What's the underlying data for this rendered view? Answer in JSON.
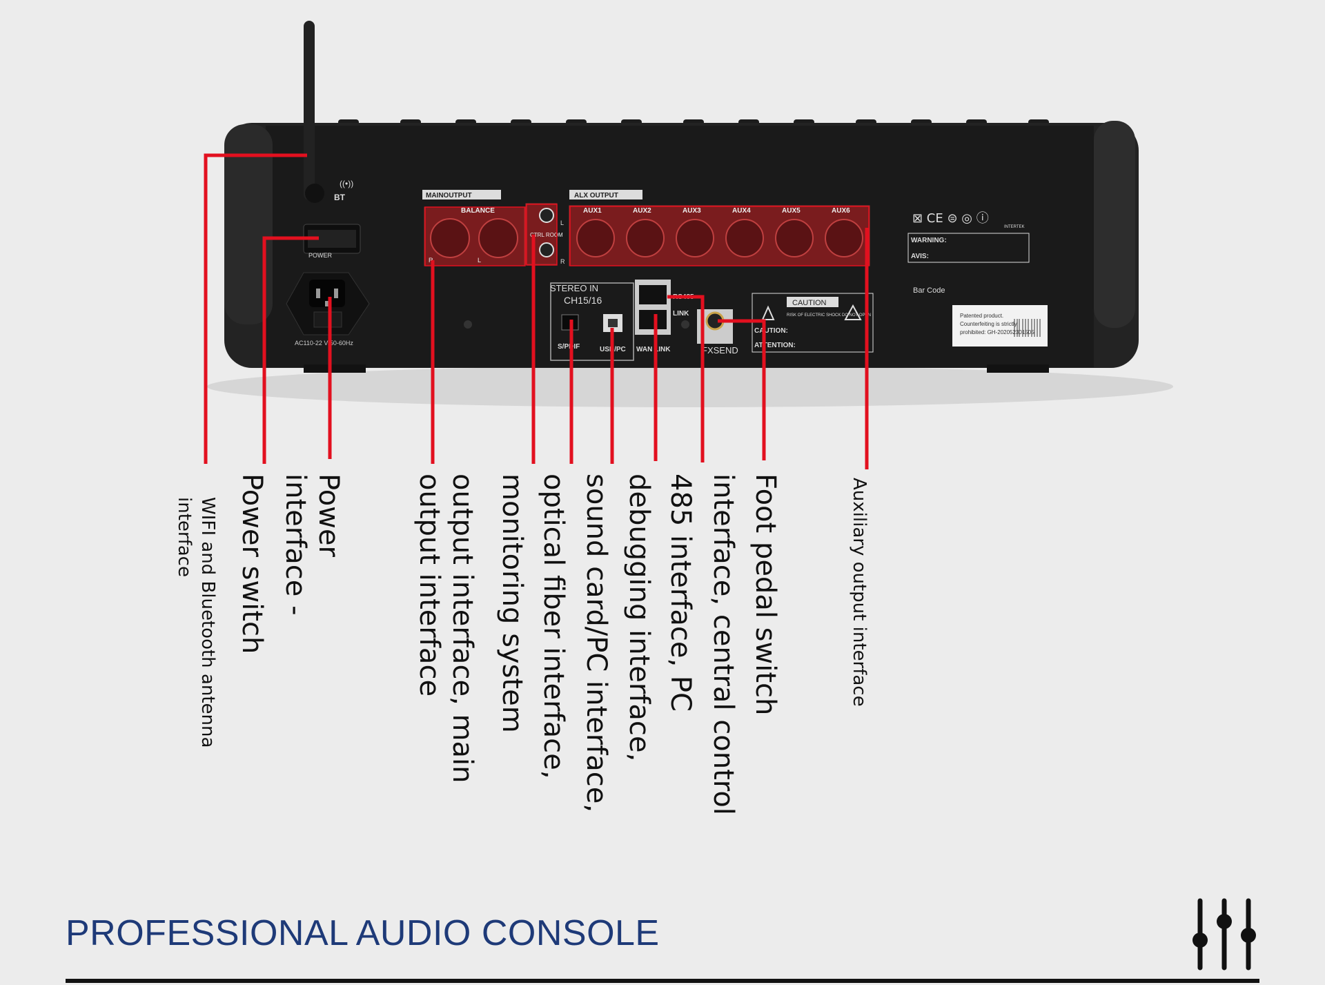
{
  "panel": {
    "bt": "BT",
    "power_switch": "POWER",
    "voltage": "AC110-22 V/50-60Hz",
    "main_output": "MAINOUTPUT",
    "balance": "BALANCE",
    "main_r": "R",
    "main_l": "L",
    "ctrl_room": "CTRL ROOM",
    "ctrl_l": "L",
    "ctrl_r": "R",
    "aux_output": "ALX OUTPUT",
    "aux_labels": [
      "AUX1",
      "AUX2",
      "AUX3",
      "AUX4",
      "AUX5",
      "AUX6"
    ],
    "stereo_in": "STEREO IN",
    "ch": "CH15/16",
    "spdif": "S/PDIF",
    "usb_pc": "USB/PC",
    "rs485": "RS485",
    "link": "LINK",
    "wan_link": "WAN LINK",
    "fxsend": "FXSEND",
    "caution": "CAUTION",
    "caution_sub": "RISK OF ELECTRIC SHOCK DO NOT OPEN",
    "caution_label": "CAUTION:",
    "attention_label": "ATTENTION:",
    "warning_label": "WARNING:",
    "avis_label": "AVIS:",
    "intertek": "INTERTEK",
    "barcode": "Bar Code",
    "patent_line1": "Patented product.",
    "patent_line2": "Counterfeiting is strictly",
    "patent_line3": "prohibited: GH-202052301505"
  },
  "labels": {
    "wifi_bt": "WIFI and Bluetooth antenna\ninterface",
    "power_switch": "Power switch",
    "power_interface": "Power\ninterface -",
    "main_output": "output interface, main\noutput interface",
    "monitoring": "monitoring system",
    "optical": "optical fiber interface,",
    "sound_card": "sound card/PC interface,",
    "debugging": "debugging interface,",
    "rs485": "485 interface, PC",
    "central": "interface, central control",
    "foot_pedal": "Foot pedal switch",
    "aux_output": "Auxiliary output interface"
  },
  "footer": {
    "title": "PROFESSIONAL AUDIO CONSOLE"
  },
  "colors": {
    "accent": "#e2101f",
    "title": "#1e3a78",
    "panel": "#1a1a1a",
    "xlr_plate": "#7a1c1e"
  }
}
